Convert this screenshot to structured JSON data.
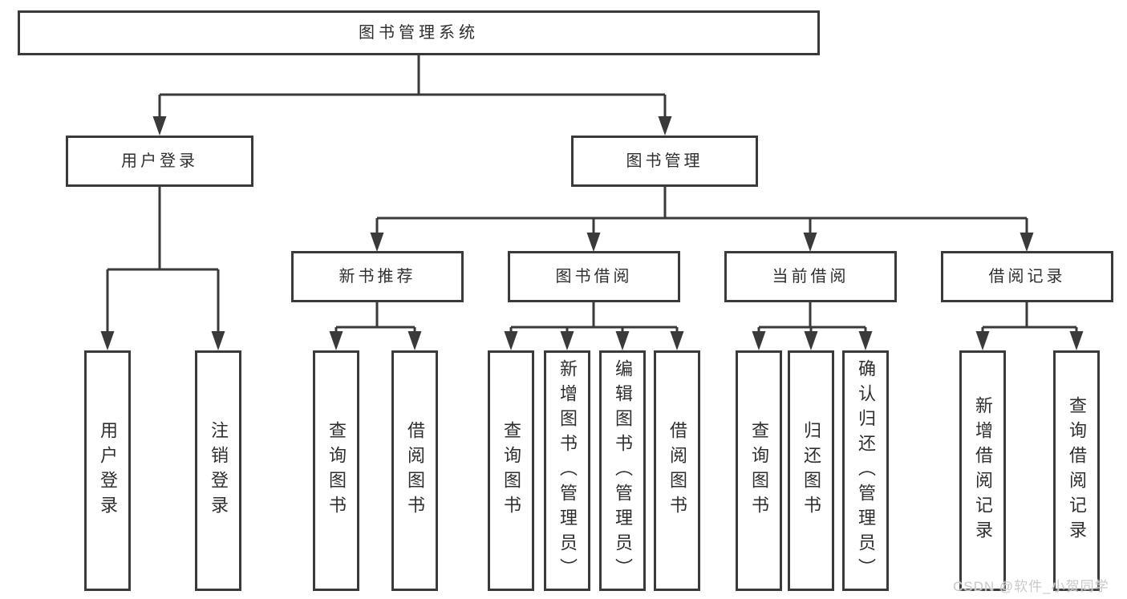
{
  "tree": {
    "label": "图书管理系统",
    "children": [
      {
        "label": "用户登录",
        "children": [
          {
            "label": "用户登录"
          },
          {
            "label": "注销登录"
          }
        ]
      },
      {
        "label": "图书管理",
        "children": [
          {
            "label": "新书推荐",
            "children": [
              {
                "label": "查询图书"
              },
              {
                "label": "借阅图书"
              }
            ]
          },
          {
            "label": "图书借阅",
            "children": [
              {
                "label": "查询图书"
              },
              {
                "label": "新增图书（管理员）"
              },
              {
                "label": "编辑图书（管理员）"
              },
              {
                "label": "借阅图书"
              }
            ]
          },
          {
            "label": "当前借阅",
            "children": [
              {
                "label": "查询图书"
              },
              {
                "label": "归还图书"
              },
              {
                "label": "确认归还（管理员）"
              }
            ]
          },
          {
            "label": "借阅记录",
            "children": [
              {
                "label": "新增借阅记录"
              },
              {
                "label": "查询借阅记录"
              }
            ]
          }
        ]
      }
    ]
  },
  "watermark": {
    "text": "CSDN @软件_小贺同学"
  },
  "colors": {
    "line": "#3a3a3a",
    "text": "#2f2f2f",
    "background": "#ffffff",
    "watermark": "#c9c9c9"
  }
}
